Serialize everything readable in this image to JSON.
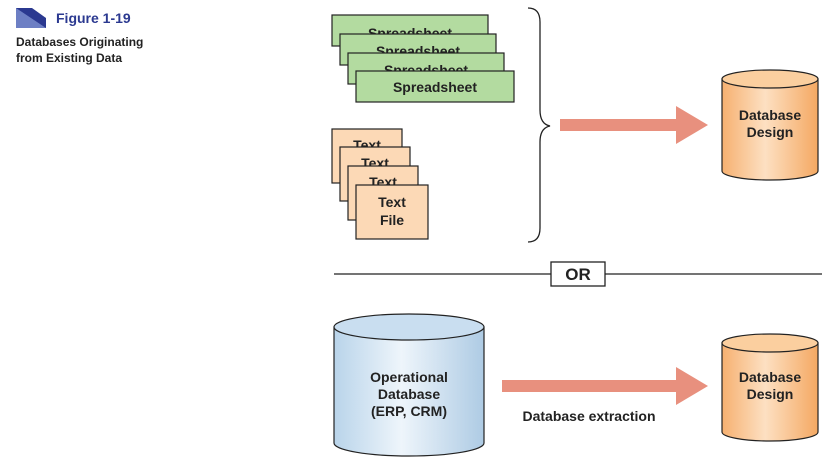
{
  "caption": {
    "figure_label": "Figure 1-19",
    "subtitle_line1": "Databases Originating",
    "subtitle_line2": "from Existing Data"
  },
  "sources": {
    "spreadsheet_label": "Spreadsheet",
    "text_file_line1": "Text",
    "text_file_line2": "File"
  },
  "targets": {
    "database_design_line1": "Database",
    "database_design_line2": "Design"
  },
  "divider": {
    "or_label": "OR"
  },
  "operational": {
    "line1": "Operational",
    "line2": "Database",
    "line3": "(ERP, CRM)",
    "extraction_label": "Database extraction"
  },
  "colors": {
    "spreadsheet_fill": "#b3dba0",
    "text_file_fill": "#fcd9b6",
    "db_design_fill": "#f9c08a",
    "operational_fill": "#cfe3f2",
    "arrow": "#e8907e",
    "caption_title": "#2b3990"
  }
}
